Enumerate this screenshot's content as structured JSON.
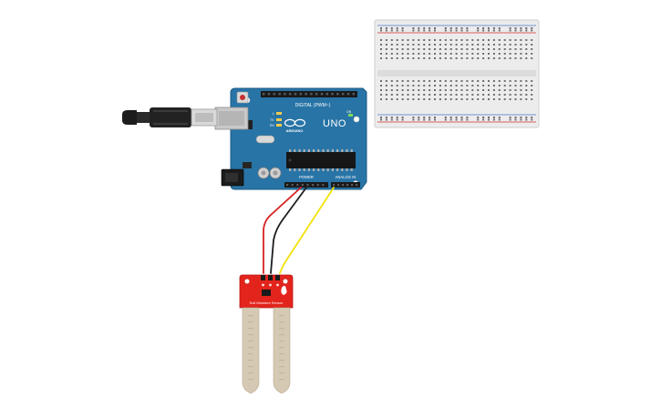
{
  "arduino": {
    "brand": "ARDUINO",
    "model": "UNO",
    "header_digital": "DIGITAL (PWM~)",
    "header_power": "POWER",
    "header_analog": "ANALOG IN",
    "led_tx": "TX",
    "led_rx": "RX",
    "led_l": "L",
    "led_on": "ON"
  },
  "sensor": {
    "label": "Soil Moisture Sensor"
  },
  "wires": {
    "vcc_color": "#d62020",
    "gnd_color": "#1e1e1e",
    "signal_color": "#f1e20a"
  },
  "colors": {
    "board": "#2874a6",
    "board_edge": "#1b5a86",
    "sensor_pcb": "#e3241c",
    "breadboard": "#ececec",
    "rail_red": "#d03030",
    "rail_blue": "#4a78c8",
    "probe": "#d6c9b3"
  }
}
